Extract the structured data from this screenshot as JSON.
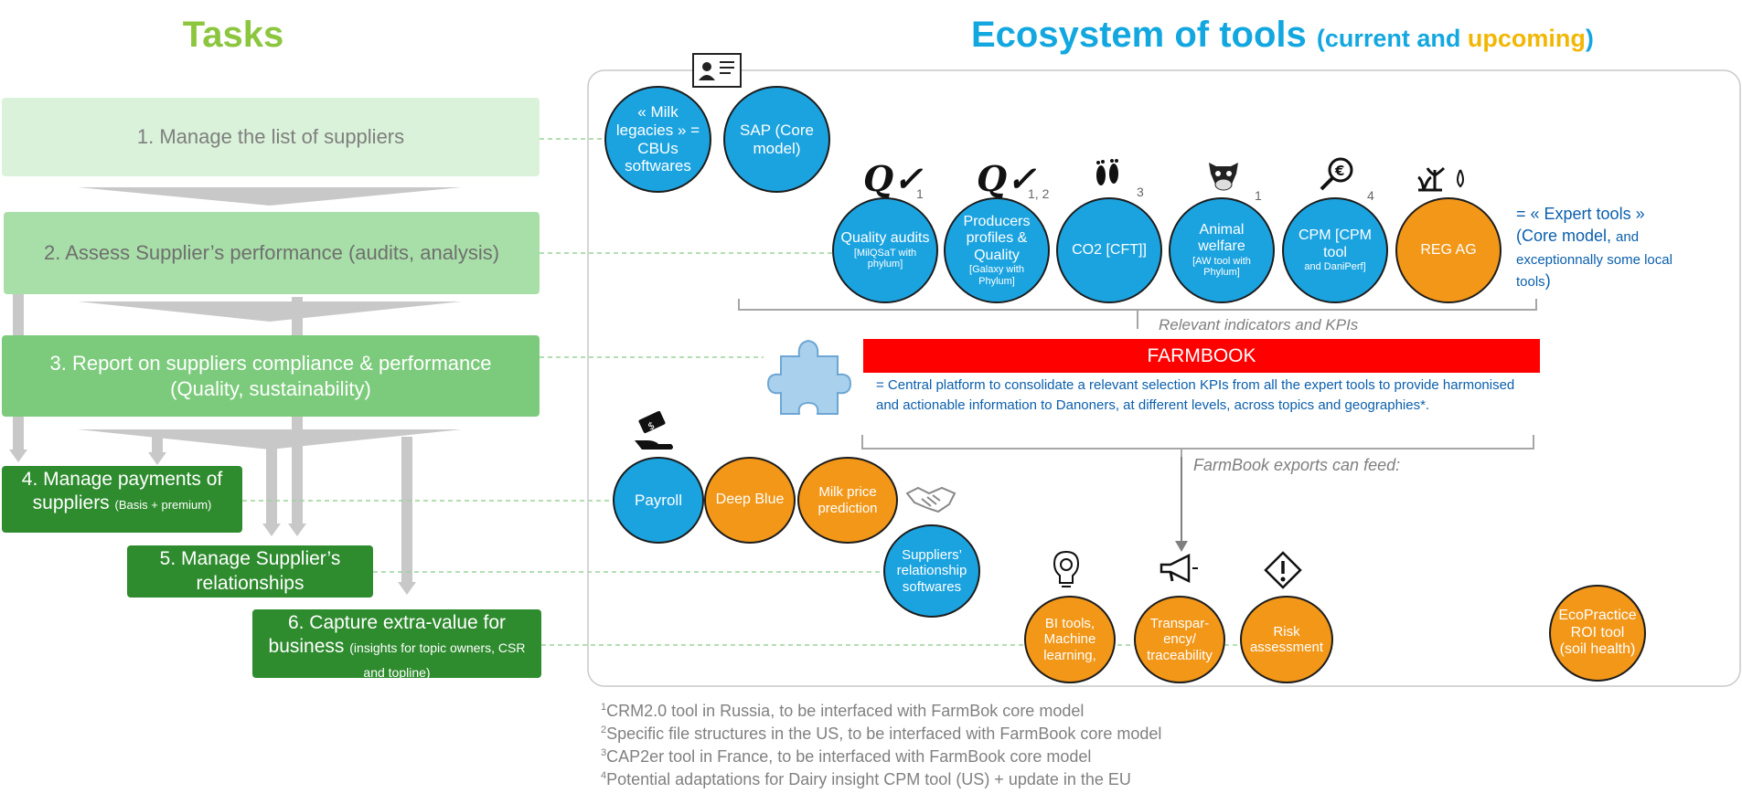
{
  "titles": {
    "tasks": "Tasks",
    "eco_main": "Ecosystem of tools",
    "eco_open": "(",
    "eco_current": "current and ",
    "eco_upcoming": "upcoming",
    "eco_close": ")"
  },
  "tasks": [
    {
      "label": "1. Manage the list of suppliers",
      "note": ""
    },
    {
      "label": "2. Assess Supplier’s performance (audits, analysis)",
      "note": ""
    },
    {
      "label": "3. Report on suppliers compliance & performance (Quality, sustainability)",
      "note": ""
    },
    {
      "label": "4. Manage payments of suppliers",
      "note": "(Basis + premium)"
    },
    {
      "label": "5. Manage Supplier’s relationships",
      "note": ""
    },
    {
      "label": "6. Capture extra-value for business",
      "note": "(insights for topic owners, CSR and topline)"
    }
  ],
  "tools_top": {
    "milk_legacies": "« Milk legacies » = CBUs softwares",
    "sap": "SAP (Core model)"
  },
  "expert_tools": [
    {
      "main": "Quality audits",
      "sub": "[MilQSaT with phylum]",
      "sup": "1"
    },
    {
      "main": "Producers profiles & Quality",
      "sub": "[Galaxy with Phylum]",
      "sup": "1, 2"
    },
    {
      "main": "CO2 [CFT]]",
      "sub": "",
      "sup": "3"
    },
    {
      "main": "Animal welfare",
      "sub": "[AW tool with Phylum]",
      "sup": "1"
    },
    {
      "main": "CPM [CPM tool",
      "sub": "and DaniPerf]",
      "sup": "4"
    },
    {
      "main": "REG AG",
      "sub": "",
      "sup": ""
    }
  ],
  "expert_note": {
    "line1": "= « Expert tools »",
    "line2a": "(Core model, ",
    "line2b": "and exceptionnally some local tools",
    "line2c": ")"
  },
  "relevant_kpis": "Relevant indicators and KPIs",
  "farmbook": {
    "title": "FARMBOOK",
    "description": "= Central platform to consolidate a relevant selection KPIs from all the expert tools to provide harmonised and actionable information to Danoners, at different levels, across topics and geographies*."
  },
  "exports_label": "FarmBook exports can feed:",
  "payment_tools": [
    "Payroll",
    "Deep Blue",
    "Milk price prediction"
  ],
  "srm_tool": "Suppliers’ relationship softwares",
  "export_tools": [
    "BI tools, Machine learning,",
    "Transpar-ency/ traceability",
    "Risk assessment"
  ],
  "ecopractice": "EcoPractice ROI tool (soil health)",
  "footnotes": [
    {
      "num": "1",
      "text": "CRM2.0 tool in Russia, to be interfaced with FarmBok core model"
    },
    {
      "num": "2",
      "text": "Specific file structures in the US, to be interfaced with FarmBook core model"
    },
    {
      "num": "3",
      "text": "CAP2er tool in France, to be interfaced with FarmBook  core model"
    },
    {
      "num": "4",
      "text": "Potential adaptations for Dairy insight CPM tool (US) + update in the EU"
    }
  ],
  "colors": {
    "task1": "#d9f2d9",
    "task2": "#a8dfa8",
    "task3": "#7ccb7c",
    "task_dark": "#2e8b2e",
    "blue": "#1ba3e0",
    "orange": "#f29718",
    "farmbook_red": "#ff0000",
    "note_blue": "#0a5fad"
  },
  "icons": [
    "id-card-icon",
    "quality-check-icon",
    "footprints-icon",
    "cow-icon",
    "magnifier-euro-icon",
    "plant-water-icon",
    "puzzle-icon",
    "money-hand-icon",
    "handshake-icon",
    "bulb-gear-icon",
    "megaphone-icon",
    "warning-diamond-icon"
  ]
}
